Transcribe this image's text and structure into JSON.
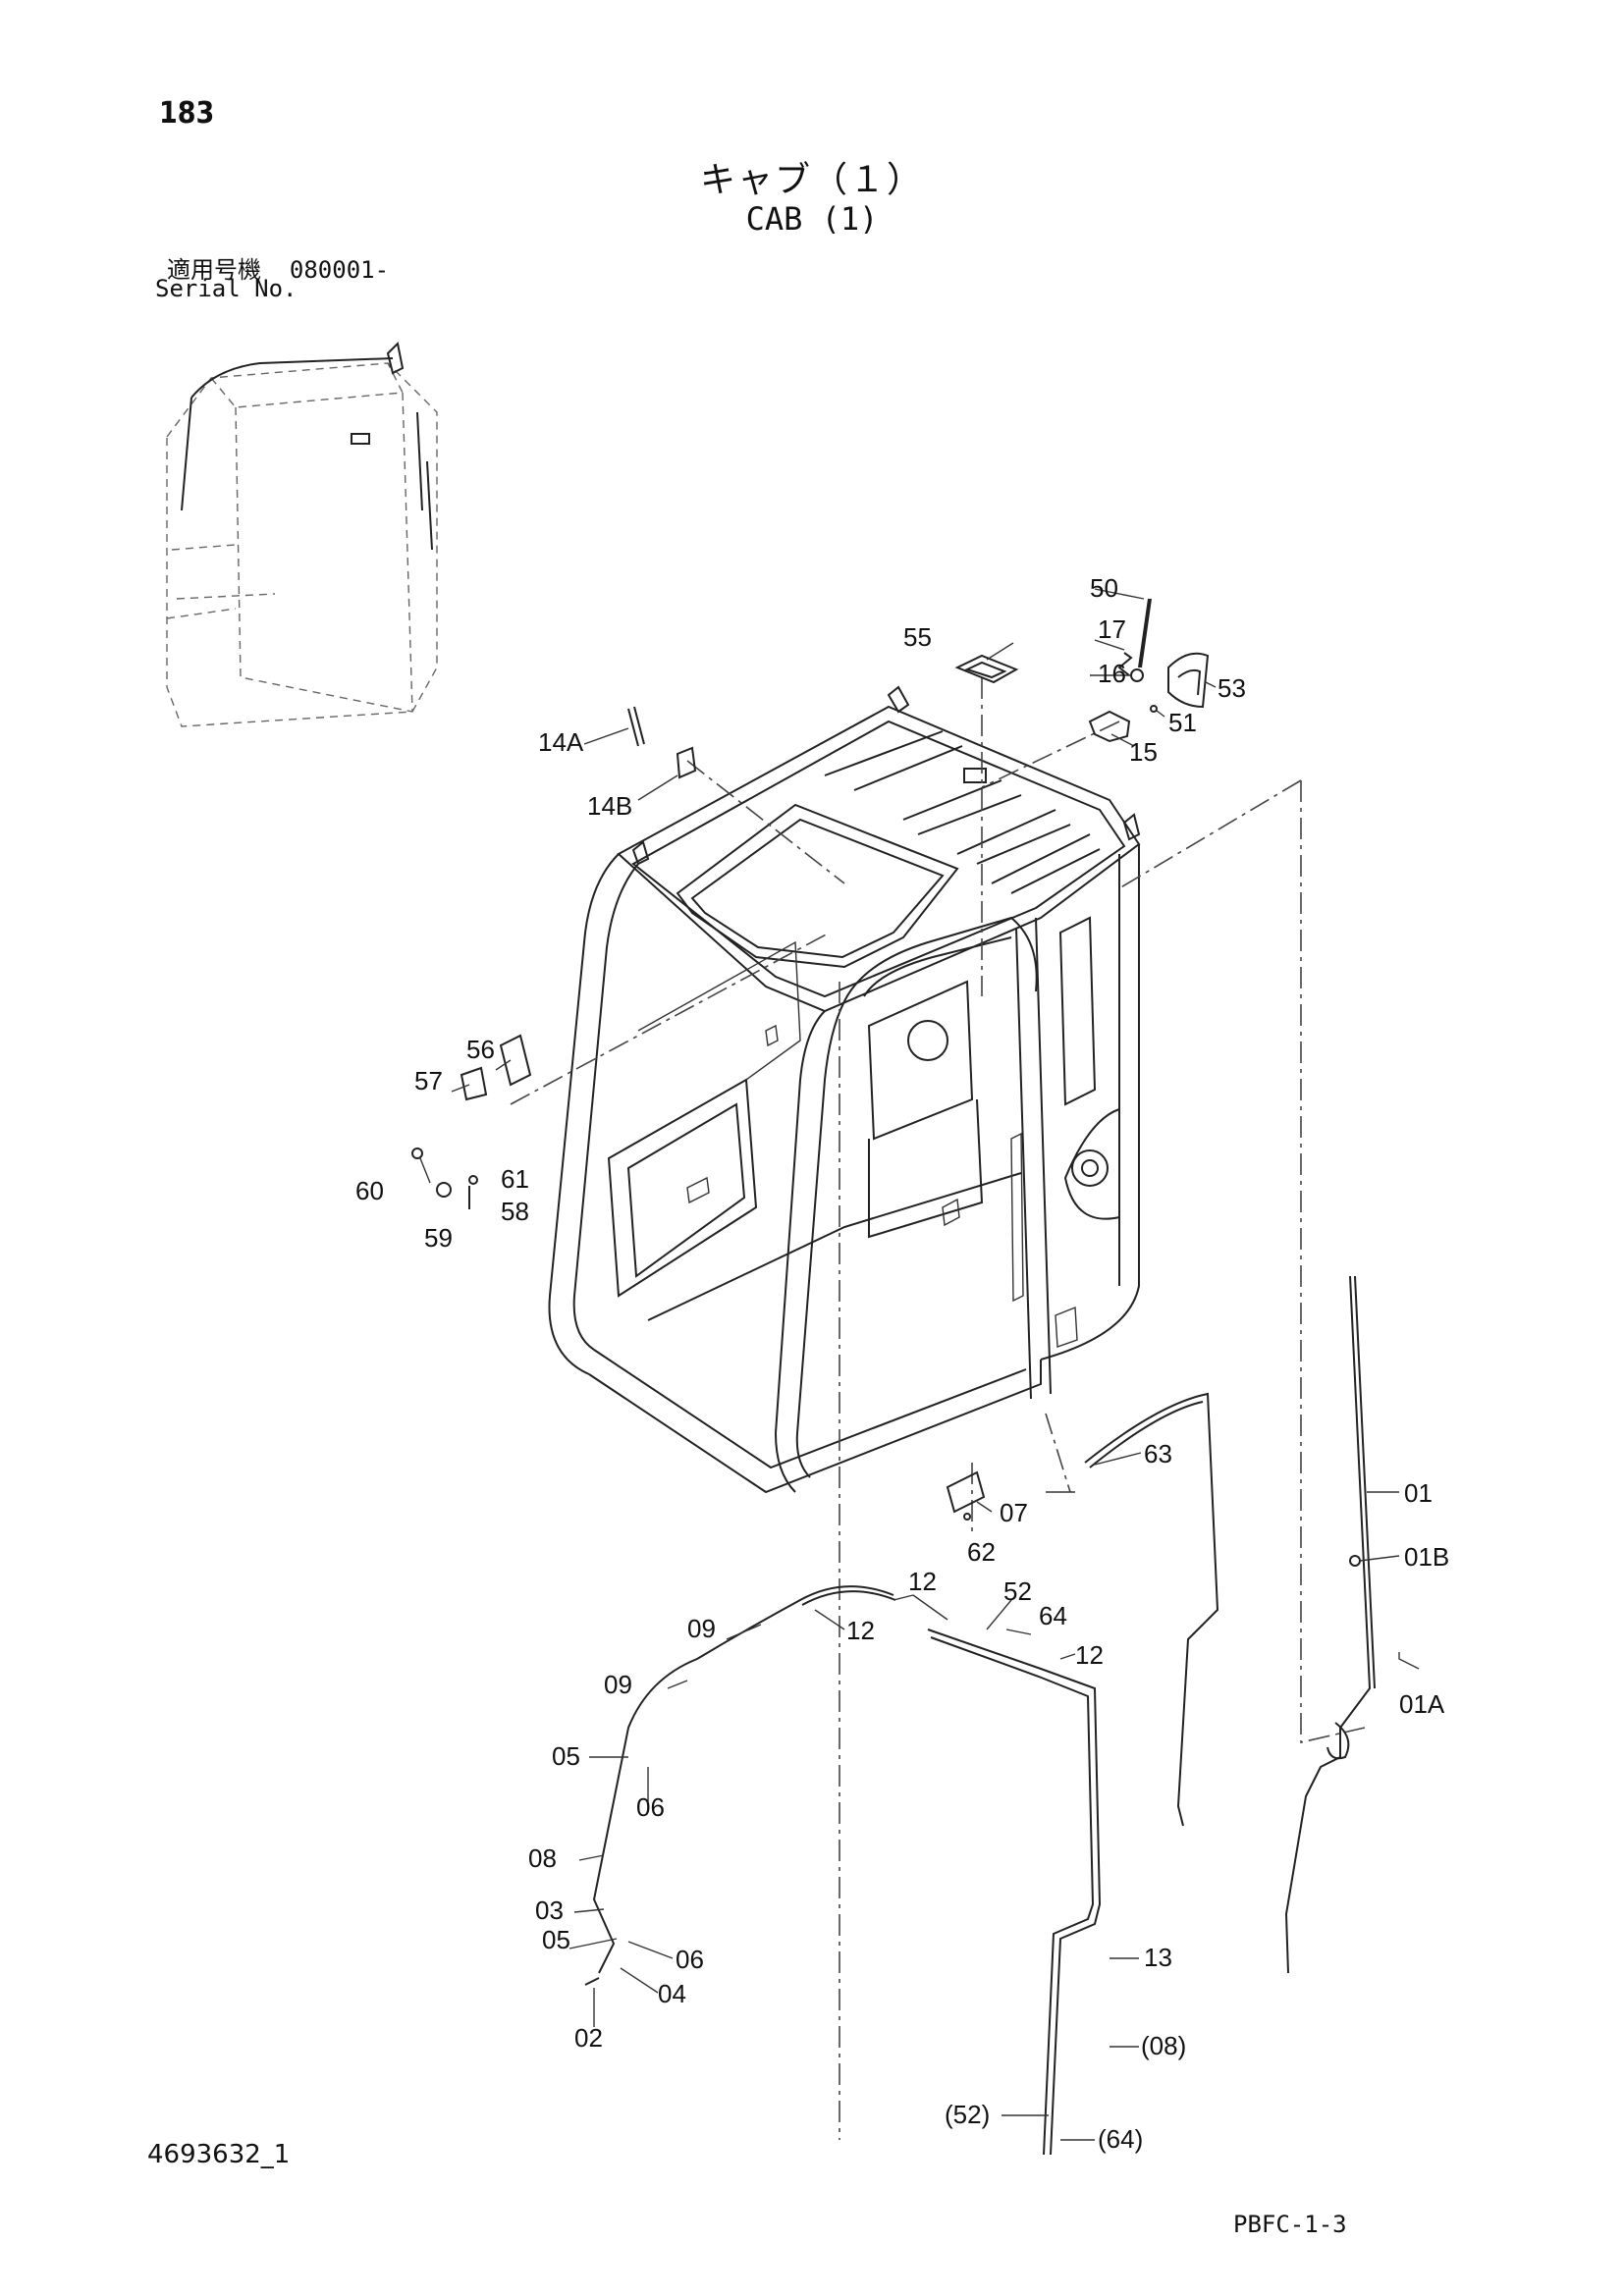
{
  "header": {
    "page_number": "183",
    "title_jp": "キャブ（１）",
    "title_en": "CAB (1)",
    "serial_label_jp": "適用号機",
    "serial_value": "080001-",
    "serial_label_en": "Serial No."
  },
  "footer": {
    "document_number": "4693632_1",
    "page_code": "PBFC-1-3"
  },
  "callouts": {
    "c50": "50",
    "c55": "55",
    "c17": "17",
    "c16": "16",
    "c53": "53",
    "c51": "51",
    "c15": "15",
    "c14A": "14A",
    "c14B": "14B",
    "c56": "56",
    "c57": "57",
    "c60": "60",
    "c61": "61",
    "c58": "58",
    "c59": "59",
    "c63": "63",
    "c01": "01",
    "c01B": "01B",
    "c01A": "01A",
    "c07": "07",
    "c62": "62",
    "c12a": "12",
    "c52": "52",
    "c64": "64",
    "c12b": "12",
    "c12c": "12",
    "c09a": "09",
    "c09b": "09",
    "c05a": "05",
    "c06a": "06",
    "c08": "08",
    "c03": "03",
    "c05b": "05",
    "c06b": "06",
    "c04": "04",
    "c02": "02",
    "c13": "13",
    "c08p": "(08)",
    "c52p": "(52)",
    "c64p": "(64)"
  }
}
